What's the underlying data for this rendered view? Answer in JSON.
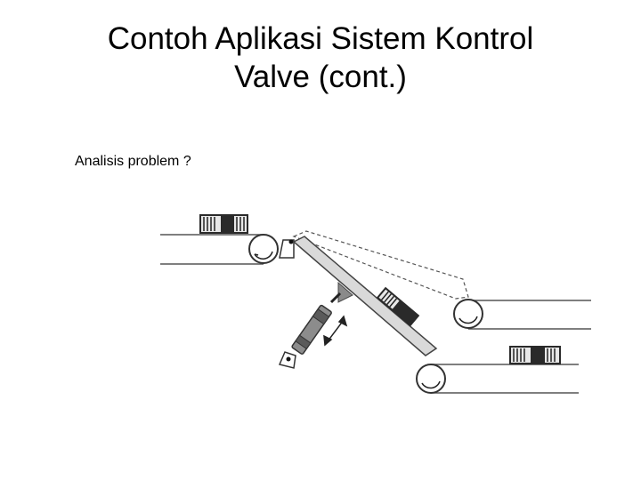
{
  "slide": {
    "title_line1": "Contoh Aplikasi Sistem Kontrol",
    "title_line2": "Valve (cont.)",
    "bullet_text": "Analisis problem ?"
  },
  "illustration": {
    "icons": [
      "upper-conveyor-icon",
      "lower-conveyor-icon",
      "diverter-chute-icon",
      "pneumatic-cylinder-icon",
      "package-icon",
      "motion-arrow-icon"
    ],
    "colors": {
      "chute": "#d9d9d9",
      "package": "#222222",
      "stroke": "#333333"
    }
  }
}
